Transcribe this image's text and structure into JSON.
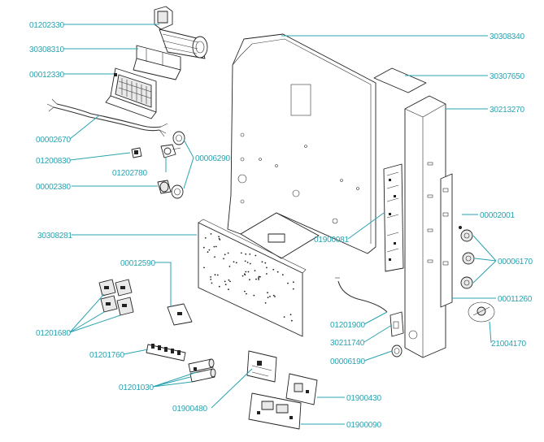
{
  "diagram": {
    "part_labels": [
      {
        "id": "01202330",
        "text": "01202330"
      },
      {
        "id": "30308310",
        "text": "30308310"
      },
      {
        "id": "00012330",
        "text": "00012330"
      },
      {
        "id": "00002670",
        "text": "00002670"
      },
      {
        "id": "01200830",
        "text": "01200830"
      },
      {
        "id": "01202780",
        "text": "01202780"
      },
      {
        "id": "00006290",
        "text": "00006290"
      },
      {
        "id": "00002380",
        "text": "00002380"
      },
      {
        "id": "30308281",
        "text": "30308281"
      },
      {
        "id": "00012590",
        "text": "00012590"
      },
      {
        "id": "01201680",
        "text": "01201680"
      },
      {
        "id": "01201760",
        "text": "01201760"
      },
      {
        "id": "01201030",
        "text": "01201030"
      },
      {
        "id": "01900480",
        "text": "01900480"
      },
      {
        "id": "01900430",
        "text": "01900430"
      },
      {
        "id": "01900090",
        "text": "01900090"
      },
      {
        "id": "30308340",
        "text": "30308340"
      },
      {
        "id": "30307650",
        "text": "30307650"
      },
      {
        "id": "30213270",
        "text": "30213270"
      },
      {
        "id": "01900081",
        "text": "01900081"
      },
      {
        "id": "00002001",
        "text": "00002001"
      },
      {
        "id": "00006170",
        "text": "00006170"
      },
      {
        "id": "00011260",
        "text": "00011260"
      },
      {
        "id": "21004170",
        "text": "21004170"
      },
      {
        "id": "01201900",
        "text": "01201900"
      },
      {
        "id": "30211740",
        "text": "30211740"
      },
      {
        "id": "00006190",
        "text": "00006190"
      }
    ],
    "colors": {
      "label": "#2aa3b0",
      "line_art": "#222222",
      "background": "#ffffff"
    }
  }
}
